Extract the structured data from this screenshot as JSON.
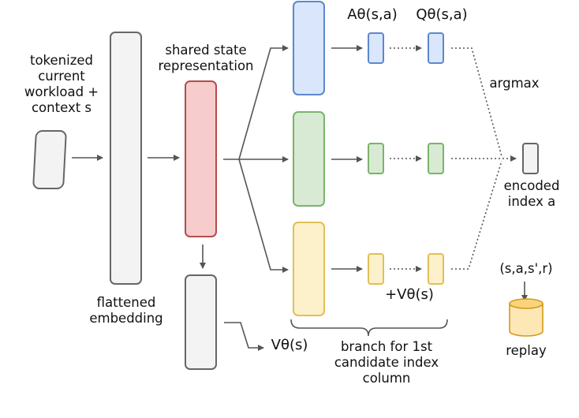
{
  "labels": {
    "input": [
      "tokenized",
      "current",
      "workload +",
      "context s"
    ],
    "shared_state": [
      "shared state",
      "representation"
    ],
    "flattened": [
      "flattened",
      "embedding"
    ],
    "advantage": "Aθ(s,a)",
    "q_value": "Qθ(s,a)",
    "argmax": "argmax",
    "encoded_index": [
      "encoded",
      "index a"
    ],
    "plus_v": "+Vθ(s)",
    "value": "Vθ(s)",
    "branch_caption": [
      "branch for 1st",
      "candidate index",
      "column"
    ],
    "transition": "(s,a,s',r)",
    "replay": "replay"
  },
  "colors": {
    "gray_fill": "#f3f3f3",
    "gray_stroke": "#666666",
    "red_fill": "#f6cccc",
    "red_stroke": "#b54c4c",
    "blue_fill": "#d9e6fb",
    "blue_stroke": "#5d87cd",
    "green_fill": "#d8ead3",
    "green_stroke": "#7ab36a",
    "yellow_fill": "#fdf1cb",
    "yellow_stroke": "#e0bf57",
    "arrow": "#555555"
  }
}
